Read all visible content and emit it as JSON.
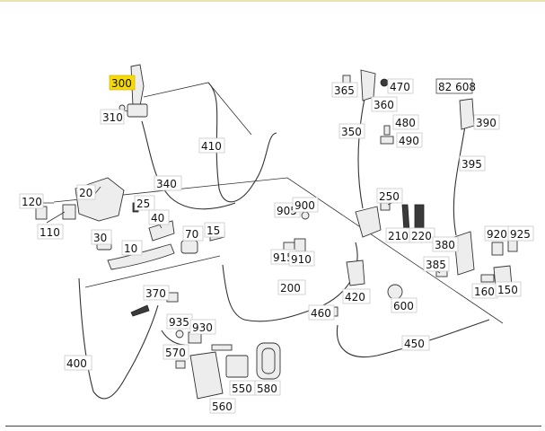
{
  "labels": {
    "l300": "300",
    "l310": "310",
    "l410": "410",
    "l340": "340",
    "l20": "20",
    "l25": "25",
    "l120": "120",
    "l110": "110",
    "l40": "40",
    "l30": "30",
    "l10": "10",
    "l70": "70",
    "l15": "15",
    "l370": "370",
    "l400": "400",
    "l935": "935",
    "l930": "930",
    "l570": "570",
    "l550": "550",
    "l580": "580",
    "l560": "560",
    "l365": "365",
    "l470": "470",
    "l360": "360",
    "l480": "480",
    "l490": "490",
    "l350": "350",
    "l82608": "82 608",
    "l390": "390",
    "l395": "395",
    "l250": "250",
    "l905": "905",
    "l900": "900",
    "l210": "210",
    "l220": "220",
    "l915": "915",
    "l910": "910",
    "l200": "200",
    "l420": "420",
    "l600": "600",
    "l460": "460",
    "l450": "450",
    "l380": "380",
    "l920": "920",
    "l925": "925",
    "l385": "385",
    "l160": "160",
    "l150": "150"
  },
  "colors": {
    "highlight": "#f5d90a",
    "line": "#333333"
  }
}
